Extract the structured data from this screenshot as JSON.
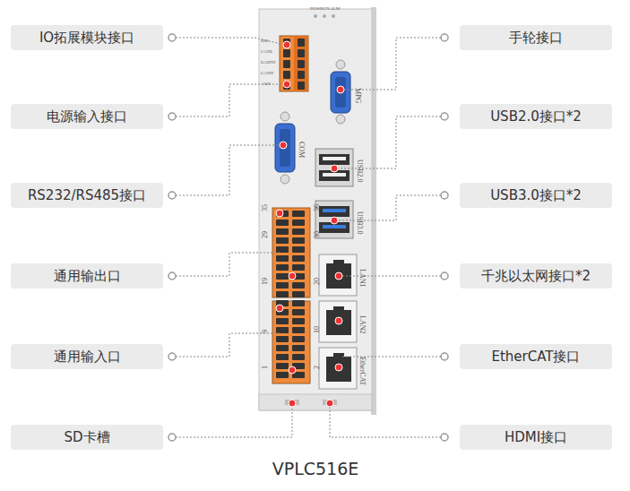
{
  "diagram": {
    "caption": "VPLC516E",
    "nodes": [
      {
        "text": [
          "IO拓展模块接口"
        ]
      },
      {
        "text": [
          "电源输入接口"
        ]
      },
      {
        "text": [
          "RS232/RS485接口"
        ]
      },
      {
        "text": [
          "通用输出口"
        ]
      },
      {
        "text": [
          "通用输入口"
        ]
      },
      {
        "text": [
          "SD卡槽"
        ]
      },
      {
        "text": [
          "手轮接口"
        ]
      },
      {
        "text": [
          "USB2.0接口*2"
        ]
      },
      {
        "text": [
          "USB3.0接口*2"
        ]
      },
      {
        "text": [
          "千兆以太网接口*2"
        ]
      },
      {
        "text": [
          "EtherCAT接口"
        ]
      },
      {
        "text": [
          "HDMI接口"
        ]
      }
    ],
    "labels": [
      "RS0",
      "CANL",
      "EARTH",
      "CANH",
      "+24V",
      "POW",
      "RUN",
      "ALM",
      "MPG",
      "COM",
      "USB2.0",
      "USB3.0",
      "LAN1",
      "LAN2",
      "EtherCAT",
      "35",
      "36",
      "29",
      "30",
      "19",
      "20",
      "9",
      "10",
      "1",
      "2"
    ]
  }
}
